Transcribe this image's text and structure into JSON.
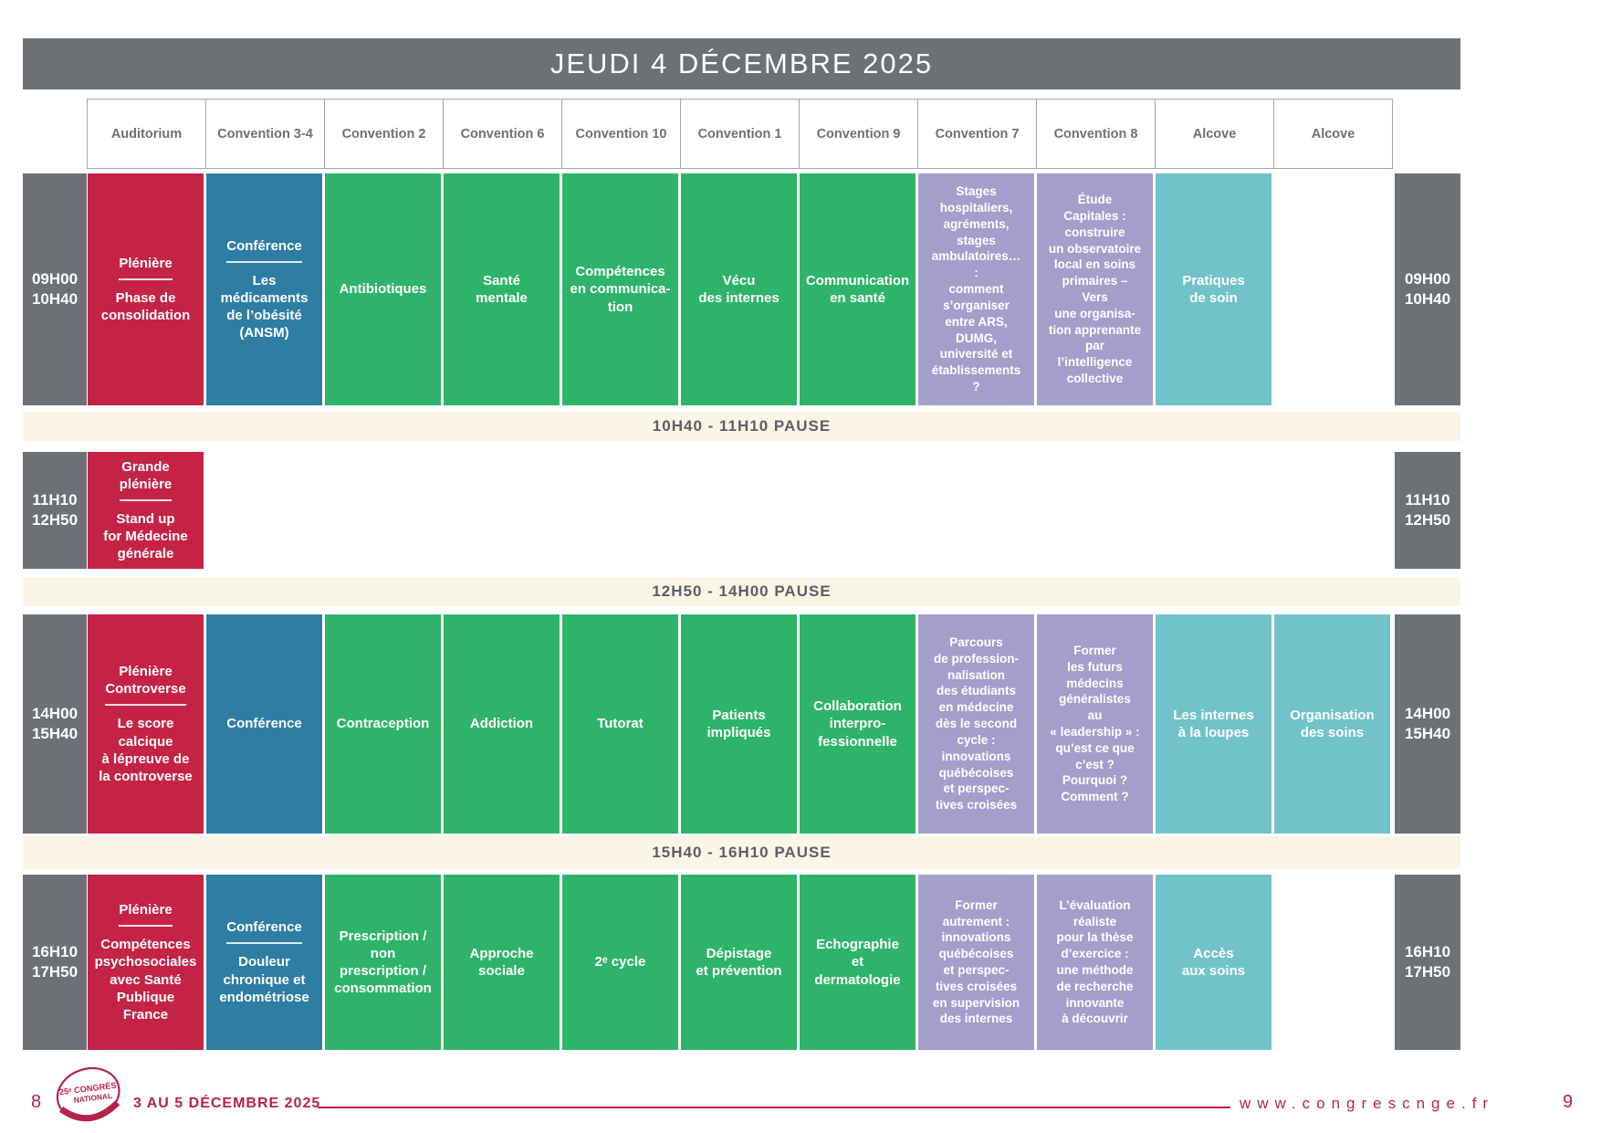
{
  "title": "JEUDI 4 DÉCEMBRE 2025",
  "columns": [
    "Auditorium",
    "Convention 3-4",
    "Convention 2",
    "Convention 6",
    "Convention 10",
    "Convention 1",
    "Convention 9",
    "Convention 7",
    "Convention 8",
    "Alcove",
    "Alcove"
  ],
  "pauses": {
    "p1": "10H40 -  11H10 PAUSE",
    "p2": "12H50 -  14H00 PAUSE",
    "p3": "15H40 -  16H10 PAUSE"
  },
  "rows": {
    "r1": {
      "time": "09H00\n10H40",
      "c0_head": "Plénière",
      "c0_body": "Phase de\nconsolidation",
      "c1_head": "Conférence",
      "c1_body": "Les\nmédicaments\nde l’obésité\n(ANSM)",
      "c2": "Antibiotiques",
      "c3": "Santé\nmentale",
      "c4": "Compétences\nen communica-\ntion",
      "c5": "Vécu\ndes internes",
      "c6": "Communication\nen santé",
      "c7": "Stages\nhospitaliers,\nagréments,\nstages\nambulatoires…\n:\ncomment\ns’organiser\nentre ARS,\nDUMG,\nuniversité et\nétablissements\n?",
      "c8": "Étude\nCapitales :\nconstruire\nun observatoire\nlocal en soins\nprimaires –\nVers\nune organisa-\ntion apprenante\npar\nl’intelligence\ncollective",
      "c9": "Pratiques\nde soin"
    },
    "r2": {
      "time": "11H10\n12H50",
      "c0_head": "Grande\nplénière",
      "c0_body": "Stand up\nfor Médecine\ngénérale"
    },
    "r3": {
      "time": "14H00\n15H40",
      "c0_head": "Plénière\nControverse",
      "c0_body": "Le score\ncalcique\nà lépreuve de\nla controverse",
      "c1": "Conférence",
      "c2": "Contraception",
      "c3": "Addiction",
      "c4": "Tutorat",
      "c5": "Patients\nimpliqués",
      "c6": "Collaboration\ninterpro-\nfessionnelle",
      "c7": "Parcours\nde profession-\nnalisation\ndes étudiants\nen médecine\ndès le second\ncycle :\ninnovations\nquébécoises\net perspec-\ntives croisées",
      "c8": "Former\nles futurs\nmédecins\ngénéralistes\nau\n« leadership » :\nqu’est ce que\nc’est ?\nPourquoi ?\nComment ?",
      "c9": "Les internes\nà la loupes",
      "c10": "Organisation\ndes soins"
    },
    "r4": {
      "time": "16H10\n17H50",
      "c0_head": "Plénière",
      "c0_body": "Compétences\npsychosociales\navec Santé\nPublique\nFrance",
      "c1_head": "Conférence",
      "c1_body": "Douleur\nchronique et\nendométriose",
      "c2": "Prescription /\nnon\nprescription /\nconsommation",
      "c3": "Approche\nsociale",
      "c4": "2ᵉ cycle",
      "c5": "Dépistage\net prévention",
      "c6": "Echographie\net\ndermatologie",
      "c7": "Former\nautrement :\ninnovations\nquébécoises\net perspec-\ntives croisées\nen supervision\ndes internes",
      "c8": "L’évaluation\nréaliste\npour la thèse\nd’exercice :\nune méthode\nde recherche\ninnovante\nà découvrir",
      "c9": "Accès\naux soins"
    }
  },
  "footer": {
    "page_left": "8",
    "page_right": "9",
    "logo_line1": "25ᵉ CONGRÈS",
    "logo_line2": "NATIONAL",
    "dates": "3 AU 5 DÉCEMBRE 2025",
    "url": "www.congrescnge.fr"
  },
  "colors": {
    "header_gray": "#6d7176",
    "plenary_crimson": "#c52345",
    "conference_blue": "#2e7ea3",
    "session_green": "#2eb46a",
    "convention_purple": "#a49ecb",
    "alcove_teal": "#71c3c9",
    "pause_cream": "#fbf5e6",
    "footer_crimson": "#b5234a"
  }
}
